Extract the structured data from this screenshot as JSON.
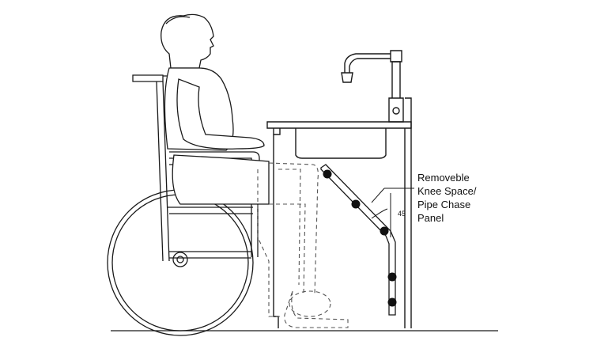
{
  "callout": {
    "lines": [
      "Removeble",
      "Knee Space/",
      "Pipe Chase",
      "Panel"
    ]
  },
  "angle_label": "45",
  "colors": {
    "stroke": "#1a1a1a",
    "fill": "#ffffff",
    "hidden_line": "#555555",
    "joint": "#111111"
  }
}
